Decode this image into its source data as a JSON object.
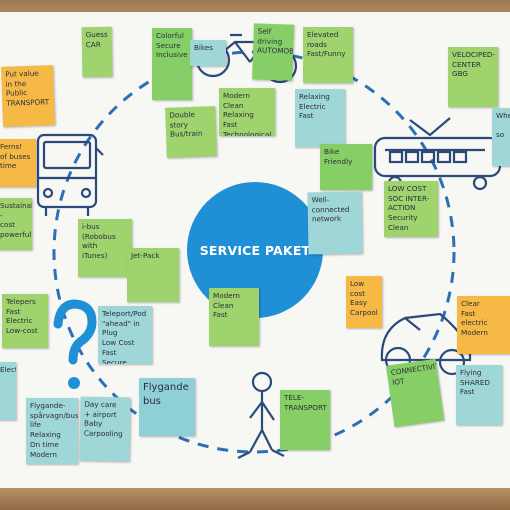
{
  "center": {
    "label": "SERVICE PAKET"
  },
  "colors": {
    "ring": "#1f8fd6",
    "line": "#2b4a7a",
    "green_note": "#9ed36d",
    "blue_note": "#9fd6d8",
    "orange_note": "#f6b945"
  },
  "icons": [
    "bus-icon",
    "tram-icon",
    "bicycle-icon",
    "car-icon",
    "person-icon",
    "question-mark-icon"
  ],
  "notes": [
    {
      "id": "n1",
      "text": "Put value\nin the\nPublic\nTRANSPORT"
    },
    {
      "id": "n2",
      "text": "Ferns!\nof buses\ntime"
    },
    {
      "id": "n3",
      "text": "Sustainable\n-\ncost\npowerful"
    },
    {
      "id": "n4",
      "text": "Telepers\nFast\nElectric\nLow-cost"
    },
    {
      "id": "n5",
      "text": "Electric"
    },
    {
      "id": "n6",
      "text": "Flygande-\nspårvagn/buss\nlife\nRelaxing\nOn time\nModern"
    },
    {
      "id": "n7",
      "text": "Day care\n+ airport\nBaby\nCarpooling"
    },
    {
      "id": "n8",
      "text": "Flygande\nbus"
    },
    {
      "id": "n9",
      "text": "Guess\nCAR"
    },
    {
      "id": "n10",
      "text": "Colorful\nSecure\nInclusive"
    },
    {
      "id": "n11",
      "text": "Bikes"
    },
    {
      "id": "n12",
      "text": "Double\nstory\nBus/train"
    },
    {
      "id": "n13",
      "text": "Modern\nClean\nRelaxing\nFast\nTechnological"
    },
    {
      "id": "n14",
      "text": "Self\ndriving\nAUTOMOBILE"
    },
    {
      "id": "n15",
      "text": "Elevated\nroads\nFast/Funny"
    },
    {
      "id": "n16",
      "text": "Relaxing\nElectric\nFast"
    },
    {
      "id": "n17",
      "text": "Bike\nFriendly"
    },
    {
      "id": "n18",
      "text": "Well-connected\nnetwork"
    },
    {
      "id": "n19",
      "text": "LOW COST\nSOC INTER-\nACTION\nSecurity\nClean"
    },
    {
      "id": "n20",
      "text": "VELOCIPED-\nCENTER\nGBG"
    },
    {
      "id": "n21",
      "text": "Wher\n\nso"
    },
    {
      "id": "n22",
      "text": "i-bus\n(Robobus\nwith\niTunes)"
    },
    {
      "id": "n23",
      "text": "Jet-Pack"
    },
    {
      "id": "n24",
      "text": "Modern\nClean\nFast"
    },
    {
      "id": "n25",
      "text": "Teleport/Pod\n\"ahead\" in Plug\nLow Cost\nFast\nSecure"
    },
    {
      "id": "n26",
      "text": "Low cost\nEasy\nCarpool"
    },
    {
      "id": "n27",
      "text": "Clear\nFast\nelectric\nModern"
    },
    {
      "id": "n28",
      "text": "CONNECTIVITY\nIOT"
    },
    {
      "id": "n29",
      "text": "Flying\nSHARED\nFast"
    },
    {
      "id": "n30",
      "text": "TELE-TRANSPORT"
    }
  ]
}
